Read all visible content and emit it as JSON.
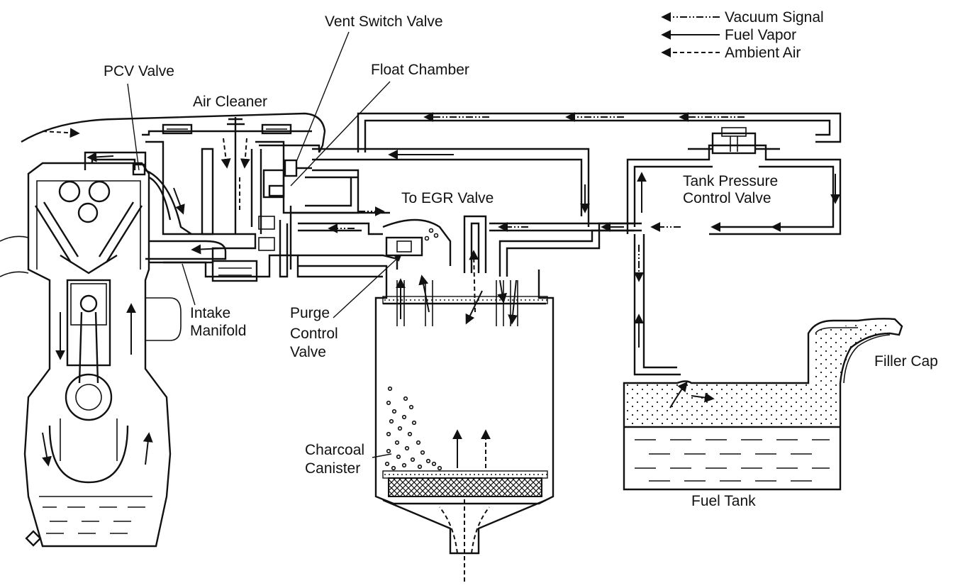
{
  "legend": {
    "vacuum_signal": "Vacuum Signal",
    "fuel_vapor": "Fuel Vapor",
    "ambient_air": "Ambient Air"
  },
  "labels": {
    "vent_switch_valve": "Vent Switch Valve",
    "pcv_valve": "PCV Valve",
    "float_chamber": "Float Chamber",
    "air_cleaner": "Air Cleaner",
    "to_egr_valve": "To EGR Valve",
    "tank_pressure_line1": "Tank Pressure",
    "tank_pressure_line2": "Control Valve",
    "intake_line1": "Intake",
    "intake_line2": "Manifold",
    "purge_line1": "Purge",
    "purge_line2": "Control",
    "purge_line3": "Valve",
    "charcoal_line1": "Charcoal",
    "charcoal_line2": "Canister",
    "filler_cap": "Filler Cap",
    "fuel_tank": "Fuel Tank"
  }
}
